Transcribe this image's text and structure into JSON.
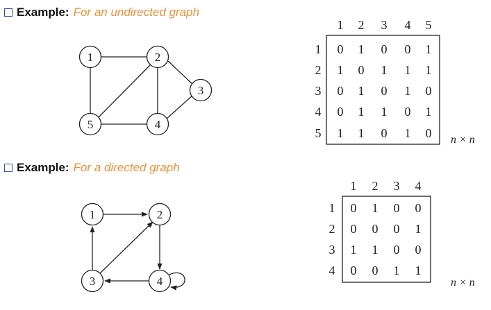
{
  "examples": [
    {
      "label": "Example:",
      "description": "For an undirected graph",
      "nodes": [
        "1",
        "2",
        "3",
        "4",
        "5"
      ],
      "edges": [
        [
          "1",
          "2"
        ],
        [
          "1",
          "5"
        ],
        [
          "2",
          "5"
        ],
        [
          "2",
          "4"
        ],
        [
          "2",
          "3"
        ],
        [
          "3",
          "4"
        ],
        [
          "4",
          "5"
        ]
      ],
      "directed": false,
      "matrix": {
        "col_headers": [
          "1",
          "2",
          "3",
          "4",
          "5"
        ],
        "row_headers": [
          "1",
          "2",
          "3",
          "4",
          "5"
        ],
        "rows": [
          [
            "0",
            "1",
            "0",
            "0",
            "1"
          ],
          [
            "1",
            "0",
            "1",
            "1",
            "1"
          ],
          [
            "0",
            "1",
            "0",
            "1",
            "0"
          ],
          [
            "0",
            "1",
            "1",
            "0",
            "1"
          ],
          [
            "1",
            "1",
            "0",
            "1",
            "0"
          ]
        ]
      },
      "size_label": "n × n"
    },
    {
      "label": "Example:",
      "description": "For a directed graph",
      "nodes": [
        "1",
        "2",
        "3",
        "4"
      ],
      "edges": [
        [
          "1",
          "2"
        ],
        [
          "3",
          "1"
        ],
        [
          "3",
          "2"
        ],
        [
          "2",
          "4"
        ],
        [
          "4",
          "3"
        ],
        [
          "4",
          "4"
        ]
      ],
      "directed": true,
      "matrix": {
        "col_headers": [
          "1",
          "2",
          "3",
          "4"
        ],
        "row_headers": [
          "1",
          "2",
          "3",
          "4"
        ],
        "rows": [
          [
            "0",
            "1",
            "0",
            "0"
          ],
          [
            "0",
            "0",
            "0",
            "1"
          ],
          [
            "1",
            "1",
            "0",
            "0"
          ],
          [
            "0",
            "0",
            "1",
            "1"
          ]
        ]
      },
      "size_label": "n × n"
    }
  ]
}
